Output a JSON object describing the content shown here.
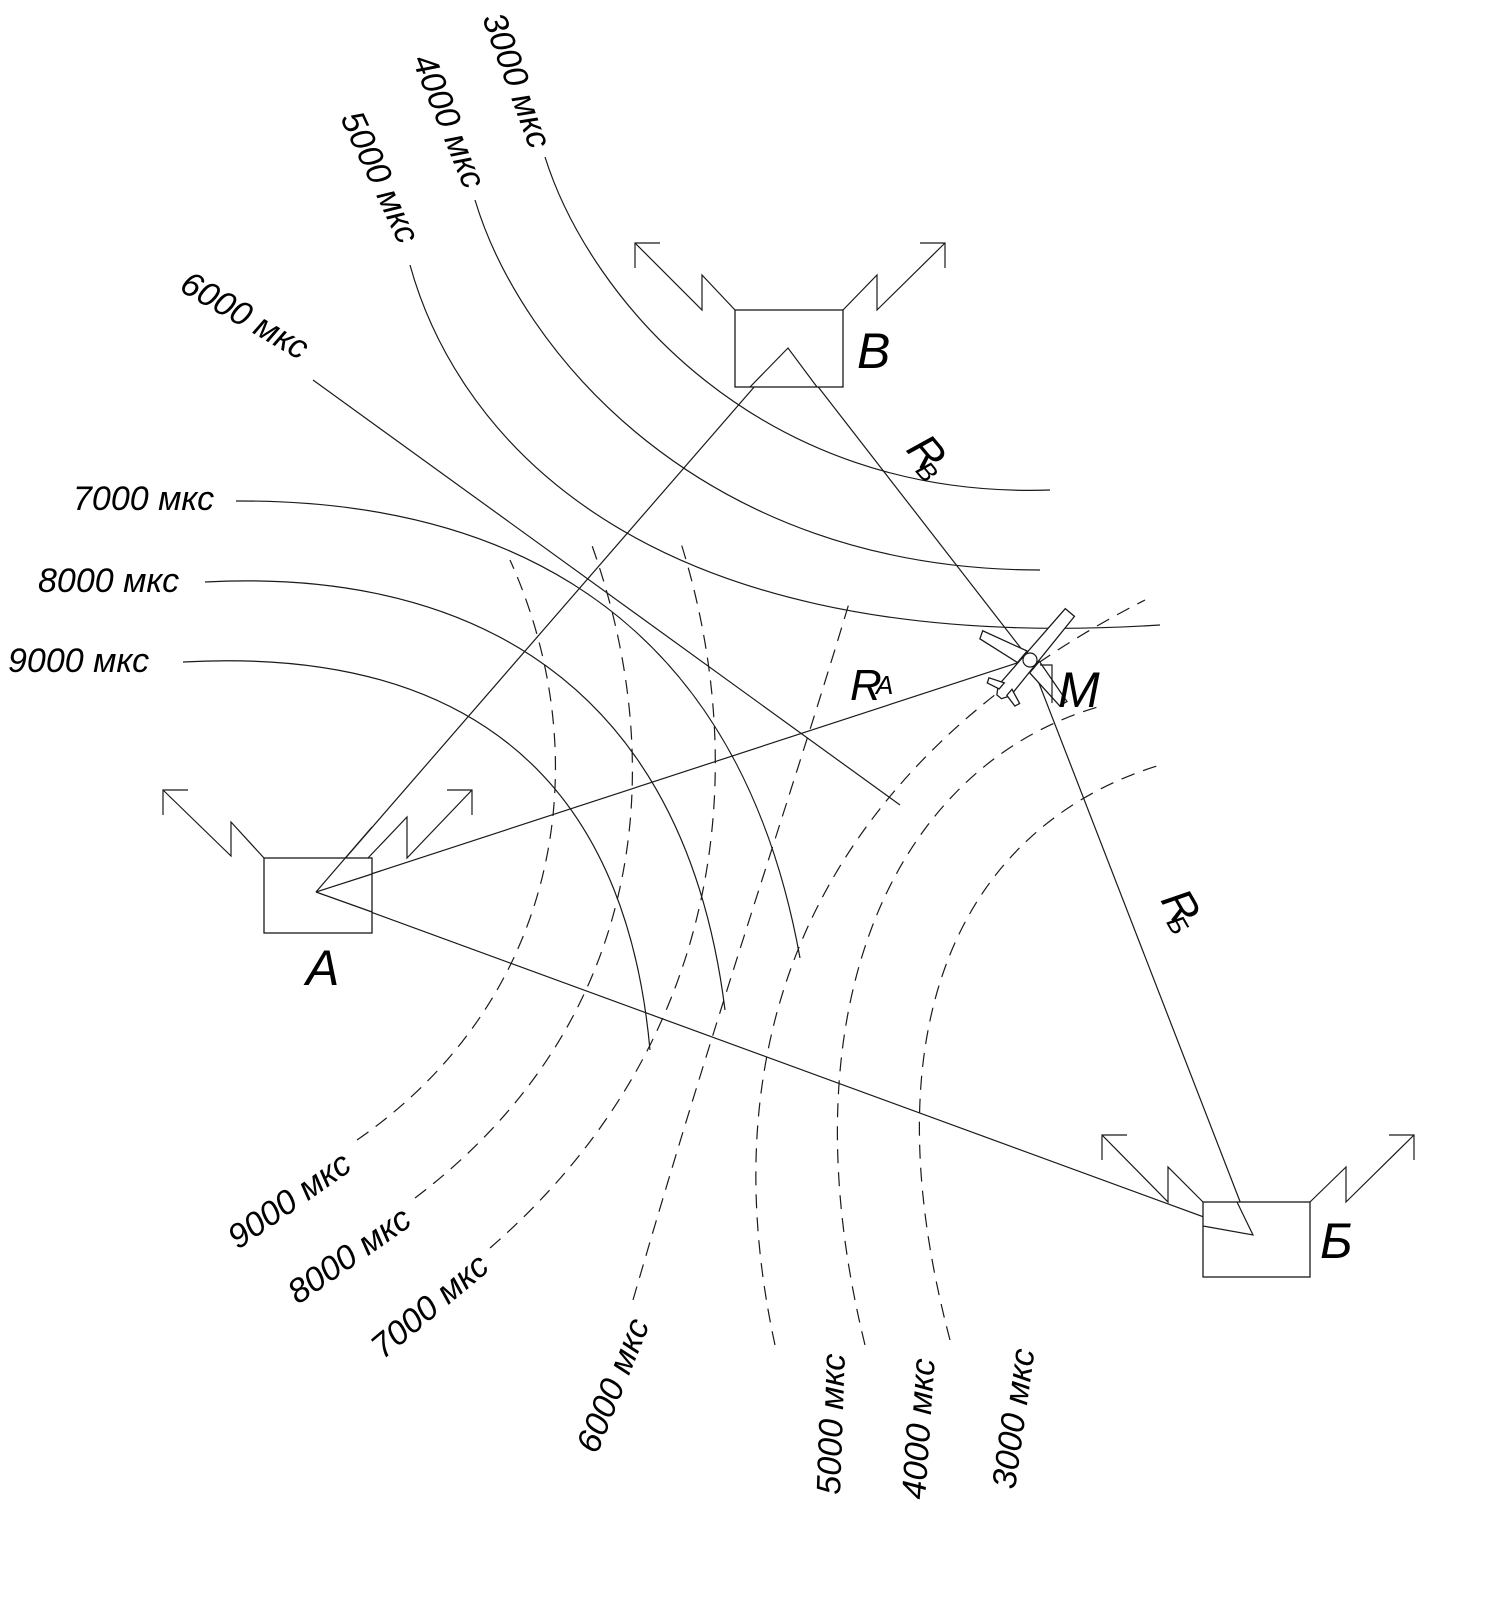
{
  "stations": {
    "a": "А",
    "b": "Б",
    "v": "В",
    "m": "М"
  },
  "ranges": {
    "ra": {
      "main": "R",
      "sub": "A"
    },
    "rb": {
      "main": "R",
      "sub": "Б"
    },
    "rv": {
      "main": "R",
      "sub": "В"
    }
  },
  "isochrones_av": [
    "3000 мкс",
    "4000 мкс",
    "5000 мкс",
    "6000 мкс",
    "7000 мкс",
    "8000 мкс",
    "9000 мкс"
  ],
  "isochrones_ab": [
    "9000 мкс",
    "8000 мкс",
    "7000 мкс",
    "6000 мкс",
    "5000 мкс",
    "4000 мкс",
    "3000 мкс"
  ]
}
